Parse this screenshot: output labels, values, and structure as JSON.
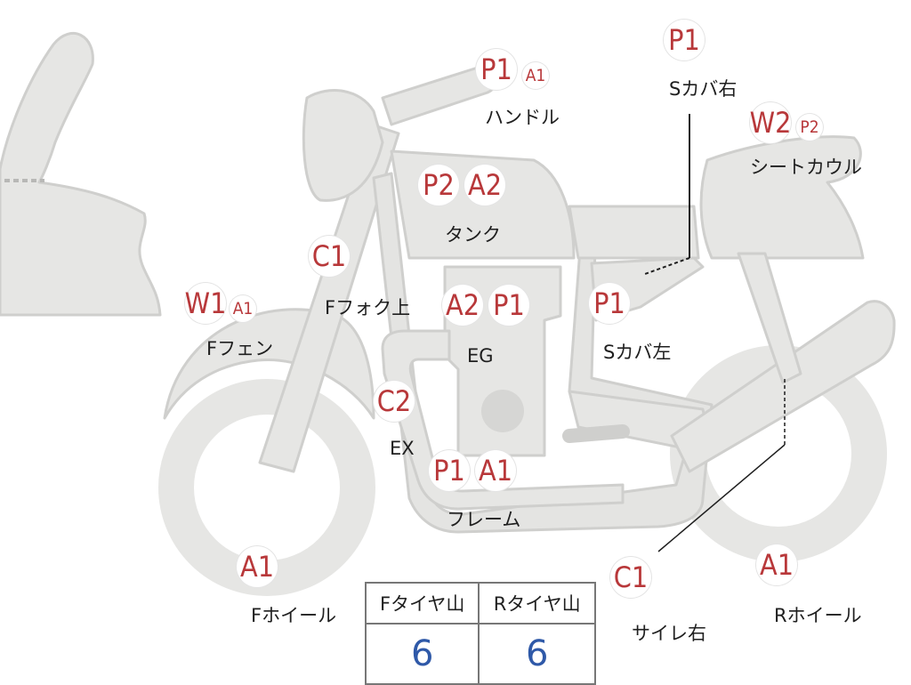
{
  "parts": [
    {
      "id": "fender-front",
      "label": "Fフェン",
      "badges": [
        {
          "code": "W1",
          "size": "lg"
        },
        {
          "code": "A1",
          "size": "sm"
        }
      ]
    },
    {
      "id": "fork-upper",
      "label": "Fフォク上",
      "badges": [
        {
          "code": "C1",
          "size": "lg"
        }
      ]
    },
    {
      "id": "handle",
      "label": "ハンドル",
      "badges": [
        {
          "code": "P1",
          "size": "lg"
        },
        {
          "code": "A1",
          "size": "sm"
        }
      ]
    },
    {
      "id": "tank",
      "label": "タンク",
      "badges": [
        {
          "code": "P2",
          "size": "lg"
        },
        {
          "code": "A2",
          "size": "lg"
        }
      ]
    },
    {
      "id": "engine",
      "label": "EG",
      "badges": [
        {
          "code": "A2",
          "size": "lg"
        },
        {
          "code": "P1",
          "size": "lg"
        }
      ]
    },
    {
      "id": "side-cover-right",
      "label": "Sカバ右",
      "badges": [
        {
          "code": "P1",
          "size": "lg"
        }
      ]
    },
    {
      "id": "seat-cowl",
      "label": "シートカウル",
      "badges": [
        {
          "code": "W2",
          "size": "lg"
        },
        {
          "code": "P2",
          "size": "sm"
        }
      ]
    },
    {
      "id": "side-cover-left",
      "label": "Sカバ左",
      "badges": [
        {
          "code": "P1",
          "size": "lg"
        }
      ]
    },
    {
      "id": "exhaust",
      "label": "EX",
      "badges": [
        {
          "code": "C2",
          "size": "lg"
        }
      ]
    },
    {
      "id": "frame",
      "label": "フレーム",
      "badges": [
        {
          "code": "P1",
          "size": "lg"
        },
        {
          "code": "A1",
          "size": "lg"
        }
      ]
    },
    {
      "id": "wheel-front",
      "label": "Fホイール",
      "badges": [
        {
          "code": "A1",
          "size": "lg"
        }
      ]
    },
    {
      "id": "muffler-right",
      "label": "サイレ右",
      "badges": [
        {
          "code": "C1",
          "size": "lg"
        }
      ]
    },
    {
      "id": "wheel-rear",
      "label": "Rホイール",
      "badges": [
        {
          "code": "A1",
          "size": "lg"
        }
      ]
    }
  ],
  "tire_table": {
    "headers": [
      "Fタイヤ山",
      "Rタイヤ山"
    ],
    "values": [
      "6",
      "6"
    ]
  },
  "colors": {
    "part_fill": "#e6e6e4",
    "part_stroke": "#cfcfcd",
    "grade_text": "#b8383a",
    "value_text": "#2f59a8"
  }
}
